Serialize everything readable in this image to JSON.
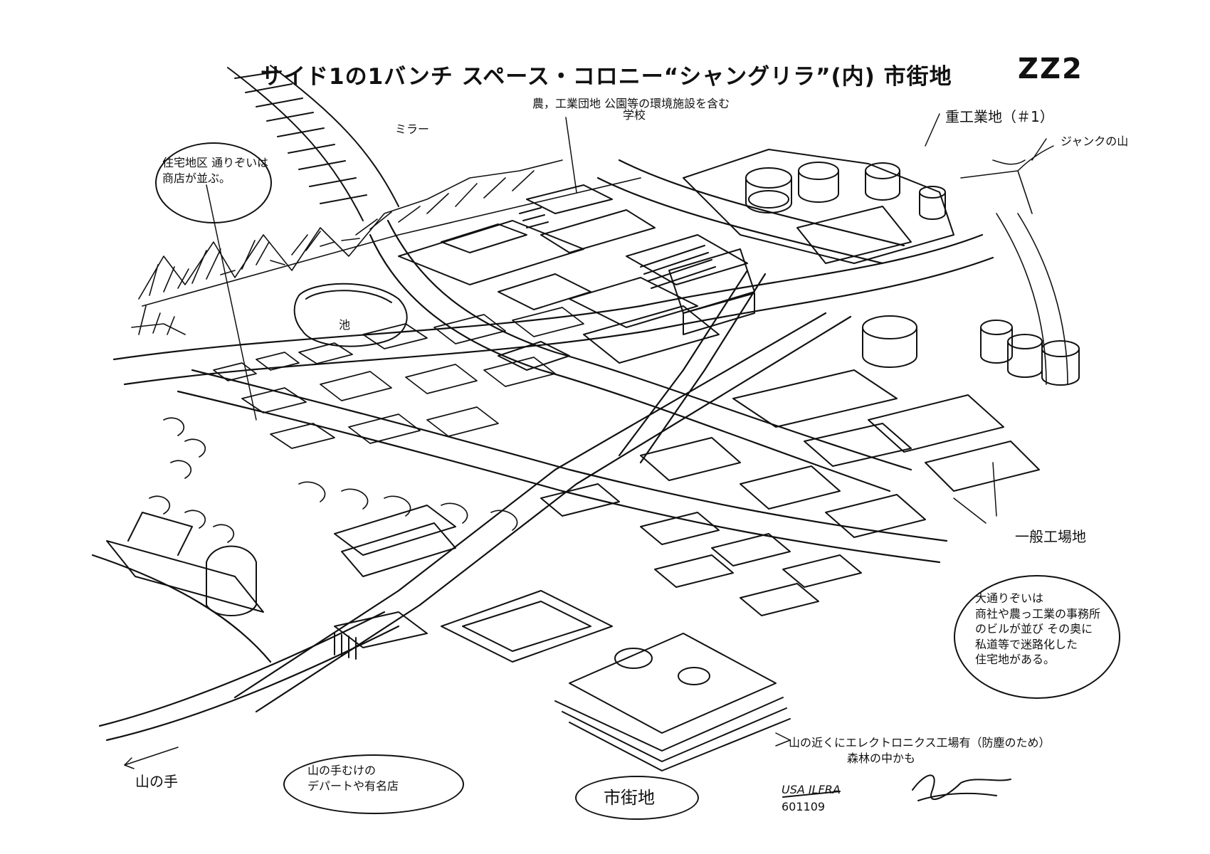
{
  "sheet": {
    "title": "サイド1の1バンチ スペース・コロニー“シャングリラ”(内) 市街地",
    "code": "ZZ2",
    "labels": {
      "mirror": "ミラー",
      "farm_industry": "農，工業団地 公園等の環境施設を含む",
      "school": "学校",
      "heavy_industry": "重工業地（＃1）",
      "junk_mountain": "ジャンクの山",
      "residential_note": "住宅地区 通りぞいは\n商店が並ぶ。",
      "pond": "池",
      "general_factory": "一般工場地",
      "main_street_note": "大通りぞいは\n商社や農っ工業の事務所\nのビルが並び その奥に\n私道等で迷路化した\n住宅地がある。",
      "electronics_note": "山の近くにエレクトロニクス工場有（防塵のため）",
      "forest": "森林の中かも",
      "yamanote": "山の手",
      "department_store_note": "山の手むけの\nデパートや有名店",
      "downtown": "市街地",
      "artist_sign": "USA ILFRA",
      "date": "601109"
    }
  }
}
